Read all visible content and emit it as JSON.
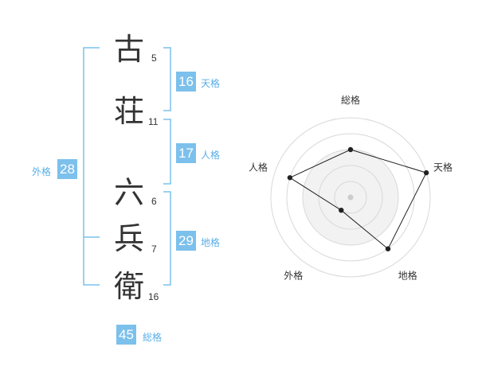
{
  "name": {
    "characters": [
      {
        "char": "古",
        "strokes": "5"
      },
      {
        "char": "荘",
        "strokes": "11"
      },
      {
        "char": "六",
        "strokes": "6"
      },
      {
        "char": "兵",
        "strokes": "7"
      },
      {
        "char": "衛",
        "strokes": "16"
      }
    ]
  },
  "fortune": {
    "tenkaku": {
      "value": "16",
      "label": "天格"
    },
    "jinkaku": {
      "value": "17",
      "label": "人格"
    },
    "chikaku": {
      "value": "29",
      "label": "地格"
    },
    "gaikaku": {
      "value": "28",
      "label": "外格"
    },
    "soukaku": {
      "value": "45",
      "label": "総格"
    }
  },
  "colors": {
    "accent": "#7cc0ec",
    "accent_text": "#5aaee6"
  },
  "chart_data": {
    "type": "radar",
    "axes": [
      "総格",
      "天格",
      "地格",
      "外格",
      "人格"
    ],
    "values": [
      0.6,
      1.0,
      0.8,
      0.2,
      0.8
    ],
    "max": 1.0,
    "rings": 5
  }
}
